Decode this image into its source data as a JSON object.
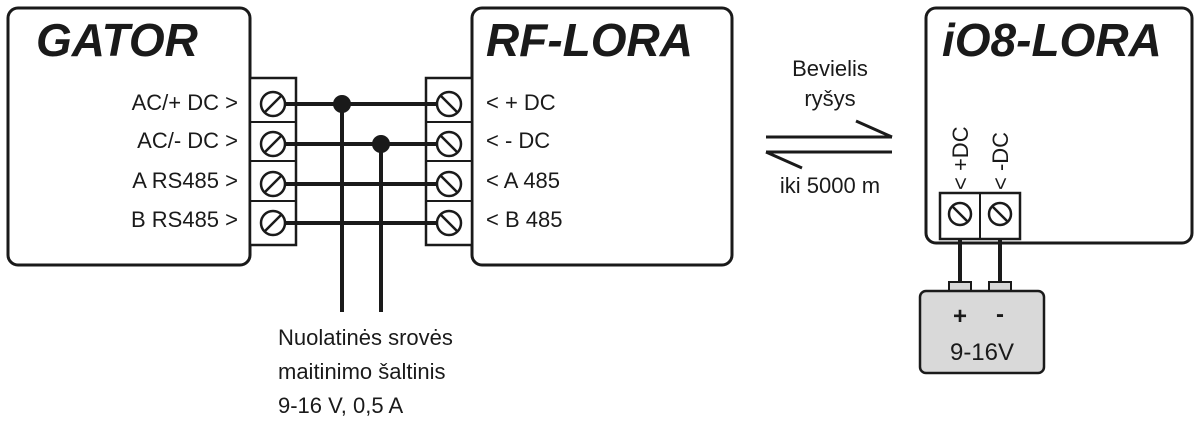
{
  "gator": {
    "title": "GATOR",
    "terminals": [
      "AC/+ DC >",
      "AC/- DC >",
      "A RS485 >",
      "B RS485 >"
    ]
  },
  "rf_lora": {
    "title": "RF-LORA",
    "terminals": [
      "< + DC",
      "< - DC",
      "< A 485",
      "< B 485"
    ]
  },
  "wireless": {
    "line1": "Bevielis",
    "line2": "ryšys",
    "range": "iki 5000 m"
  },
  "io8": {
    "title": "iO8-LORA",
    "terminal_plus": "< +DC",
    "terminal_minus": "< -DC"
  },
  "battery": {
    "plus": "+",
    "minus": "-",
    "voltage": "9-16V"
  },
  "power_supply": {
    "line1": "Nuolatinės srovės",
    "line2": "maitinimo šaltinis",
    "line3": "9-16 V, 0,5 A"
  },
  "colors": {
    "stroke": "#1a1a1a",
    "battery_fill": "#d9d9d9",
    "background": "#ffffff"
  }
}
